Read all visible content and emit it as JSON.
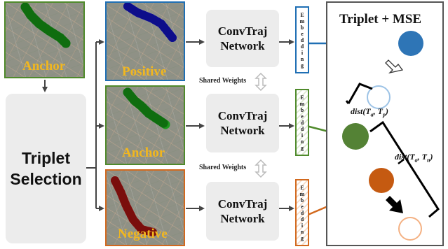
{
  "tiles": {
    "anchor_left": "Anchor",
    "positive": "Positive",
    "anchor_mid": "Anchor",
    "negative": "Negative"
  },
  "selection": {
    "line1": "Triplet",
    "line2": "Selection"
  },
  "network": {
    "line1": "ConvTraj",
    "line2": "Network"
  },
  "shared_weights": "Shared Weights",
  "embedding_letters": [
    "E",
    "m",
    "b",
    "e",
    "d",
    "d",
    "i",
    "n",
    "g"
  ],
  "loss": {
    "title": "Triplet + MSE",
    "dist_ap": {
      "prefix": "dist(T",
      "a": "a",
      "mid": ", T",
      "b": "p",
      "suffix": ")"
    },
    "dist_an": {
      "prefix": "dist(T",
      "a": "a",
      "mid": ", T",
      "b": "n",
      "suffix": ")"
    }
  },
  "colors": {
    "positive": "#1f6fb4",
    "anchor": "#4f8a2b",
    "negative": "#d2691e",
    "label_yellow": "#f2b71e",
    "traj_blue": "#1a1adb",
    "traj_green": "#1f9a1f",
    "traj_red": "#c0201c"
  }
}
